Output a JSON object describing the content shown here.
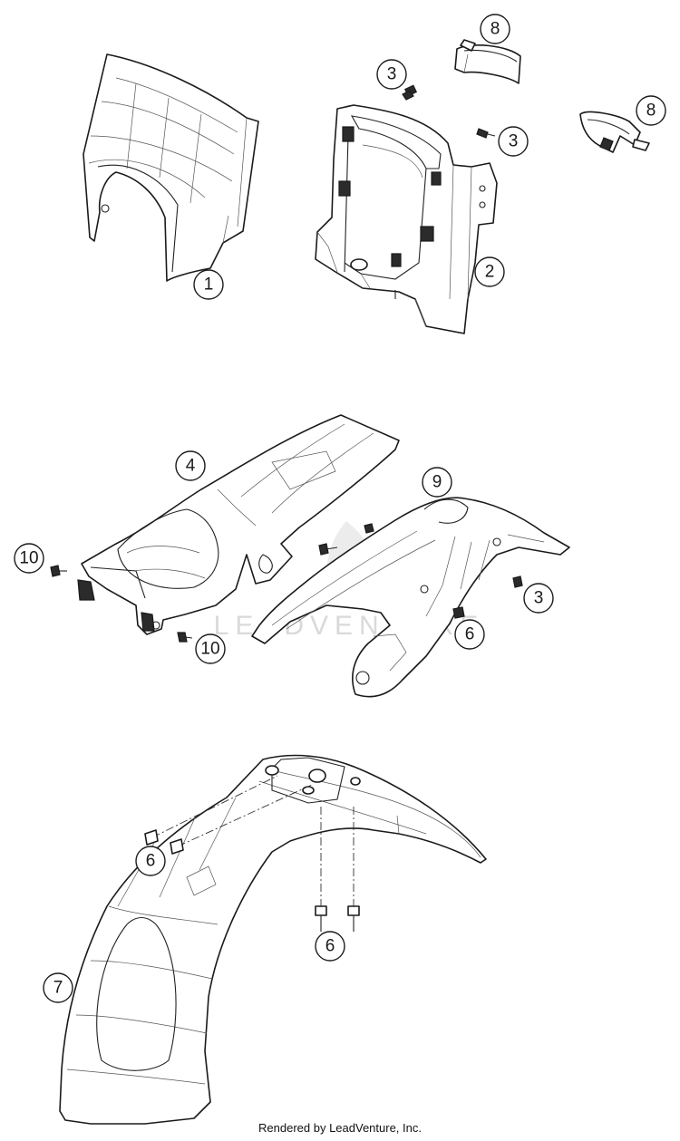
{
  "watermark": "LEADVENTURE",
  "footer": "Rendered by LeadVenture, Inc.",
  "callouts": {
    "c1": "1",
    "c2": "2",
    "c3a": "3",
    "c3b": "3",
    "c3c": "3",
    "c4": "4",
    "c6a": "6",
    "c6b": "6",
    "c6c": "6",
    "c7": "7",
    "c8a": "8",
    "c8b": "8",
    "c9": "9",
    "c10a": "10",
    "c10b": "10"
  }
}
